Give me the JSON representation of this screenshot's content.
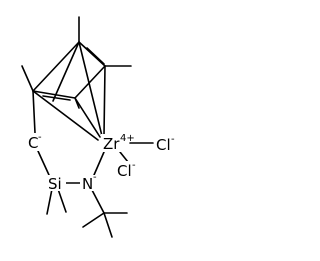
{
  "structure": {
    "atoms": {
      "zr": {
        "symbol": "Zr",
        "charge": "4+"
      },
      "cl1": {
        "symbol": "Cl",
        "charge": "-"
      },
      "cl2": {
        "symbol": "Cl",
        "charge": "-"
      },
      "c_anion": {
        "symbol": "C",
        "charge": "-"
      },
      "si": {
        "symbol": "Si",
        "charge": ""
      },
      "n": {
        "symbol": "N",
        "charge": "-"
      }
    }
  },
  "colors": {
    "ink": "#000000",
    "background": "#ffffff"
  }
}
